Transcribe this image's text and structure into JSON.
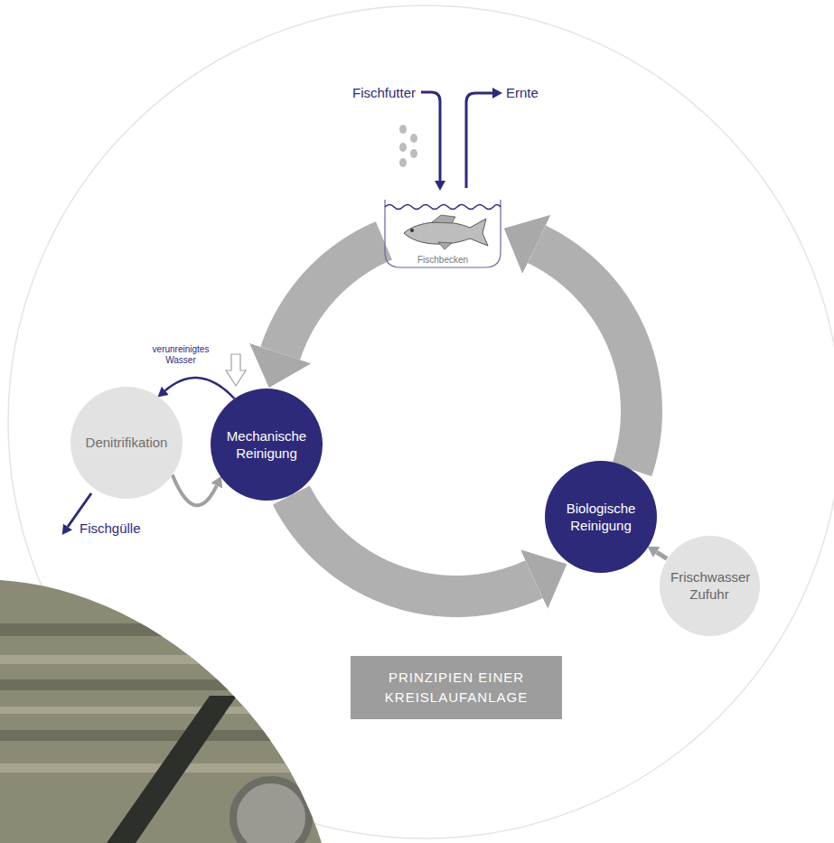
{
  "diagram": {
    "title": "PRINZIPIEN EINER KREISLAUFANLAGE",
    "nodes": [
      {
        "text": [
          "Fischbecken"
        ]
      },
      {
        "text": [
          "Denitrifikation"
        ]
      },
      {
        "text": [
          "Mechanische Reinigung"
        ]
      },
      {
        "text": [
          "Biologische Reinigung"
        ]
      },
      {
        "text": [
          "Frischwasser Zufuhr"
        ]
      }
    ],
    "edges": [
      {
        "from": 0,
        "to": 2,
        "arrow": "to"
      },
      {
        "from": 2,
        "to": 3,
        "arrow": "to"
      },
      {
        "from": 3,
        "to": 0,
        "arrow": "to"
      },
      {
        "from": 2,
        "to": 1,
        "label": "verunreinigtes Wasser",
        "arrow": "to"
      },
      {
        "from": 1,
        "to": 2,
        "arrow": "to"
      },
      {
        "from": 4,
        "to": 3,
        "arrow": "to"
      }
    ],
    "labels": [
      "Fischfutter",
      "Ernte",
      "Fischgülle"
    ]
  }
}
